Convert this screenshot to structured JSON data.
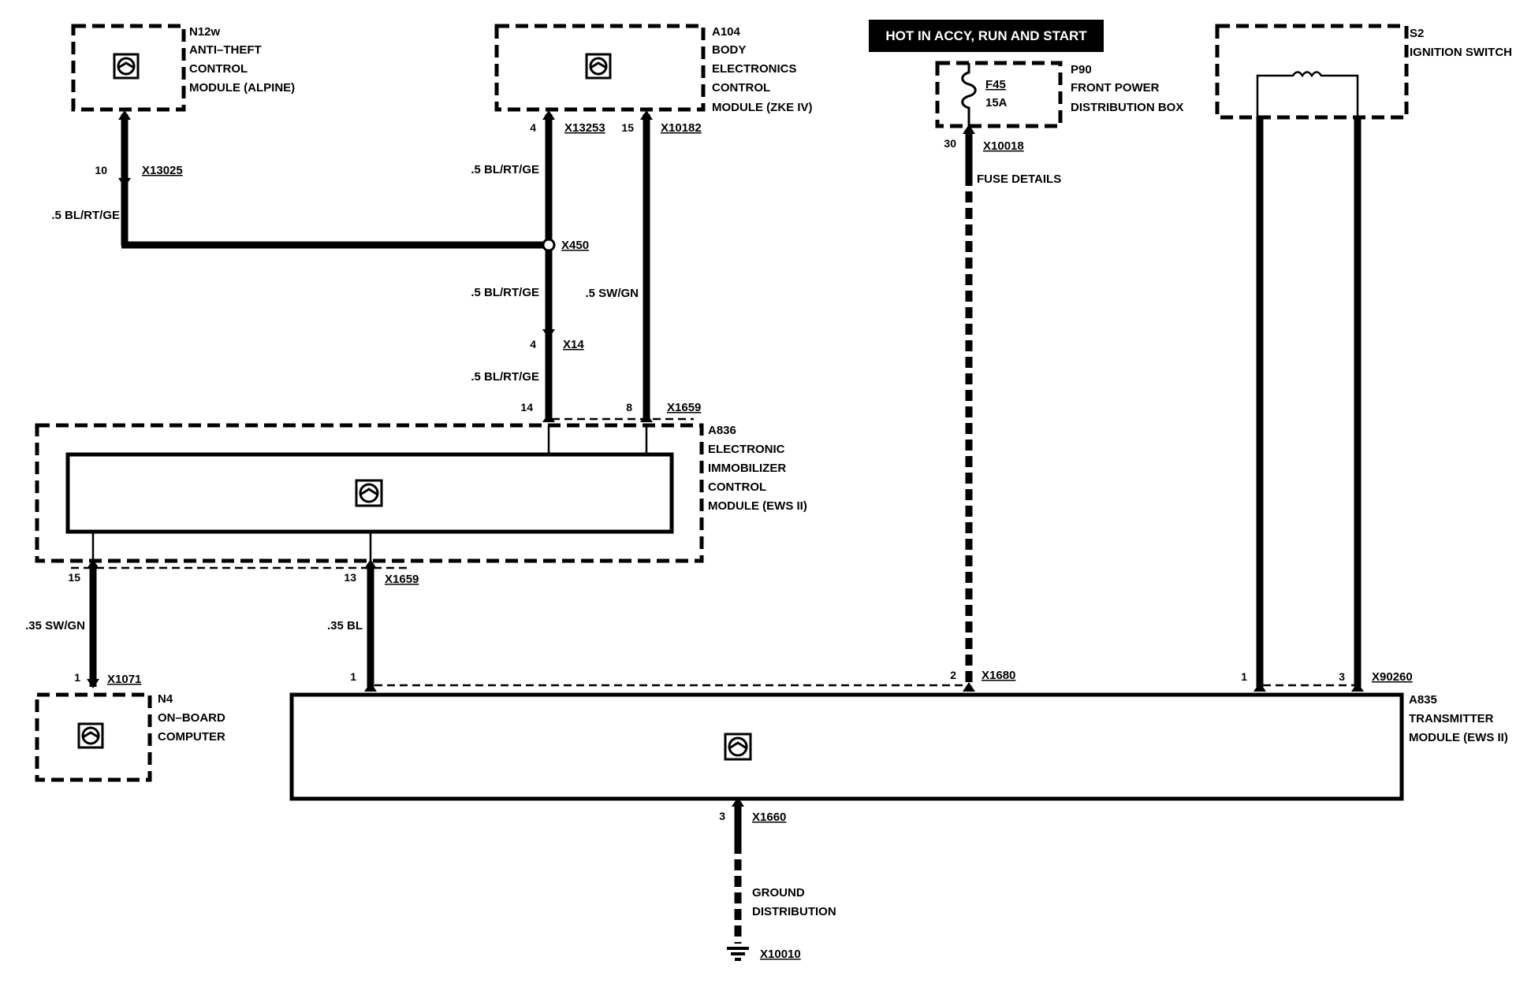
{
  "banner": {
    "text": "HOT IN ACCY, RUN AND START"
  },
  "components": {
    "n12w": {
      "id": "N12w",
      "lines": [
        "ANTI–THEFT",
        "CONTROL",
        "MODULE (ALPINE)"
      ]
    },
    "a104": {
      "id": "A104",
      "lines": [
        "BODY",
        "ELECTRONICS",
        "CONTROL",
        "MODULE (ZKE IV)"
      ]
    },
    "p90": {
      "id": "P90",
      "lines": [
        "FRONT POWER",
        "DISTRIBUTION BOX"
      ],
      "fuse": "F45",
      "rating": "15A"
    },
    "s2": {
      "id": "S2",
      "lines": [
        "IGNITION SWITCH"
      ]
    },
    "a836": {
      "id": "A836",
      "lines": [
        "ELECTRONIC",
        "IMMOBILIZER",
        "CONTROL",
        "MODULE (EWS II)"
      ]
    },
    "n4": {
      "id": "N4",
      "lines": [
        "ON–BOARD",
        "COMPUTER"
      ]
    },
    "a835": {
      "id": "A835",
      "lines": [
        "TRANSMITTER",
        "MODULE (EWS II)"
      ]
    }
  },
  "connectors": {
    "x13025": "X13025",
    "x13253": "X13253",
    "x10182": "X10182",
    "x10018": "X10018",
    "x450": "X450",
    "x14": "X14",
    "x1659_top": "X1659",
    "x1659_bottom": "X1659",
    "x1071": "X1071",
    "x1680": "X1680",
    "x90260": "X90260",
    "x1660": "X1660",
    "x10010": "X10010"
  },
  "pins": {
    "n12w_10": "10",
    "a104_4": "4",
    "a104_15": "15",
    "p90_30": "30",
    "x14_4": "4",
    "a836_14": "14",
    "a836_8": "8",
    "a836_15": "15",
    "a836_13": "13",
    "n4_1": "1",
    "a835_1": "1",
    "a835_2": "2",
    "a835_1b": "1",
    "a835_3b": "3",
    "a835_3": "3"
  },
  "wires": {
    "w_n12w": ".5 BL/RT/GE",
    "w_a104_top": ".5 BL/RT/GE",
    "w_x450_down": ".5 BL/RT/GE",
    "w_x14_down": ".5 BL/RT/GE",
    "w_swgn": ".5 SW/GN",
    "w_35swgn": ".35 SW/GN",
    "w_35bl": ".35 BL"
  },
  "notes": {
    "fuse_details": "FUSE DETAILS",
    "ground": [
      "GROUND",
      "DISTRIBUTION"
    ]
  }
}
